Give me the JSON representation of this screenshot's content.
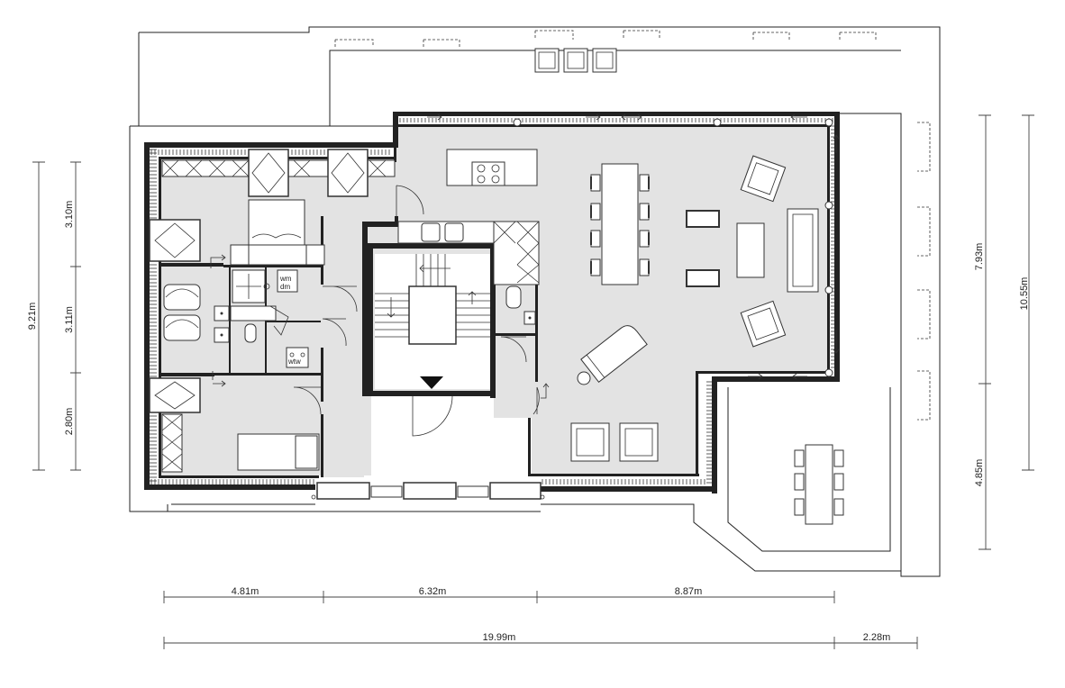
{
  "plan": {
    "dimensions": {
      "bottom": [
        "4.81m",
        "6.32m",
        "8.87m"
      ],
      "total": [
        "19.99m",
        "2.28m"
      ],
      "left_outer": "9.21m",
      "left_inner": [
        "3.10m",
        "3.11m",
        "2.80m"
      ],
      "right_inner": [
        "7.93m",
        "4.85m"
      ],
      "right_outer": "10.55m"
    },
    "labels": {
      "washer": "wm",
      "dryer": "dm",
      "heat": "wtw"
    },
    "colors": {
      "wall": "#222222",
      "floor": "#e3e3e3",
      "line": "#333333"
    }
  }
}
